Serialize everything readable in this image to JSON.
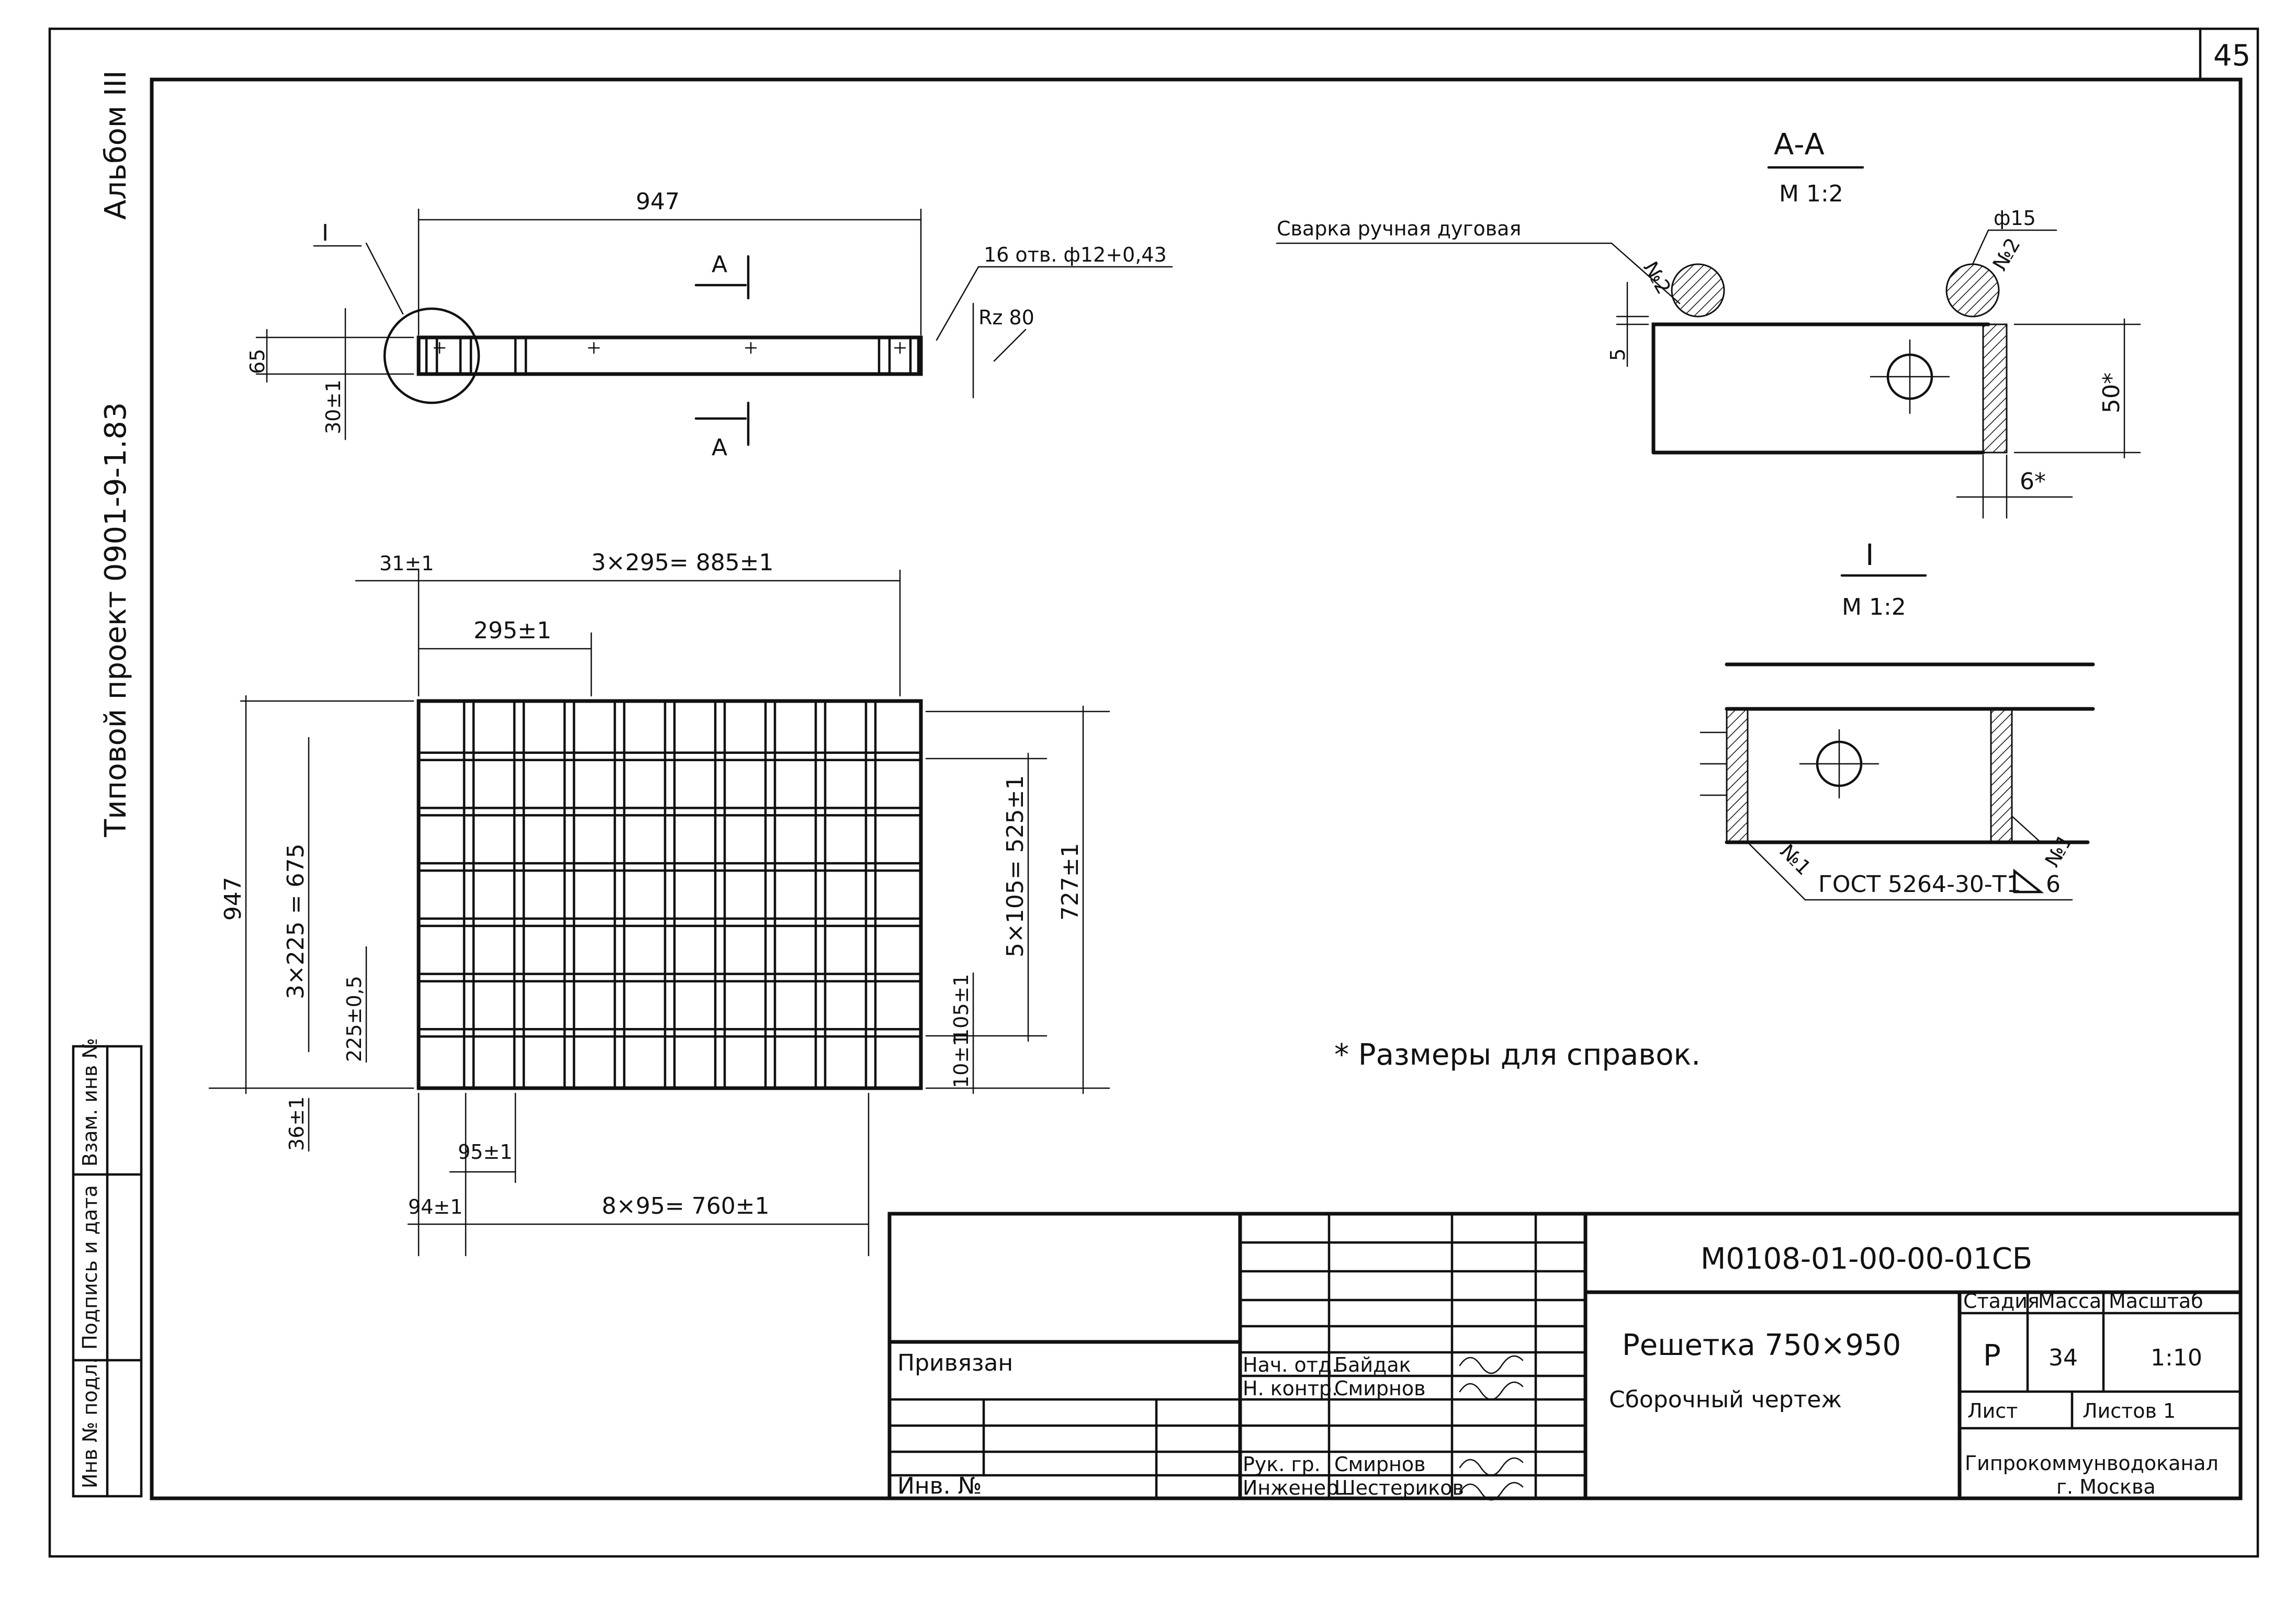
{
  "sheet": {
    "number": "45",
    "left_margin": {
      "album": "Альбом III",
      "project": "Типовой проект 0901-9-1.83",
      "stamp_labels": [
        "Инв № подл.",
        "Подпись и дата",
        "Взам. инв №"
      ]
    }
  },
  "main_view": {
    "dim_length": "947",
    "ref_I": "I",
    "holes_note": "16 отв. ф12+0,43",
    "roughness": "Rz 80",
    "dim_height": "65",
    "dim_edge": "30±1",
    "section_letter": "А"
  },
  "plan_view": {
    "dim_top_total": "3×295= 885±1",
    "dim_top_left": "31±1",
    "dim_top_pitch": "295±1",
    "dim_left_total": "947",
    "dim_left_bars": "3×225 = 675",
    "dim_left_pitch": "225±0,5",
    "dim_left_bottom": "36±1",
    "dim_right_total": "727±1",
    "dim_right_bars": "5×105= 525±1",
    "dim_right_pitch": "105±1",
    "dim_right_bottom": "10±1",
    "dim_bottom_pitch": "95±1",
    "dim_bottom_left": "94±1",
    "dim_bottom_total": "8×95= 760±1"
  },
  "section_aa": {
    "title": "А-А",
    "scale": "М 1:2",
    "weld_note": "Сварка ручная дуговая",
    "rod_dia": "ф15",
    "weld_left": "№2",
    "weld_right": "№2",
    "dim_5": "5",
    "dim_50": "50*",
    "dim_6": "6*"
  },
  "detail_i": {
    "title": "I",
    "scale": "М 1:2",
    "weld_no": "№1",
    "weld_no2": "№1",
    "gost": "ГОСТ 5264-30-Т1",
    "leg": "6"
  },
  "note": "* Размеры для справок.",
  "title_block": {
    "doc_code": "М0108-01-00-00-01СБ",
    "name_line1": "Решетка 750×950",
    "name_line2": "Сборочный чертеж",
    "stage_label": "Стадия",
    "mass_label": "Масса",
    "scale_label": "Масштаб",
    "stage": "Р",
    "mass": "34",
    "scale": "1:10",
    "sheet_label": "Лист",
    "sheets_label": "Листов 1",
    "org_line1": "Гипрокоммунводоканал",
    "org_line2": "г. Москва",
    "privyazan": "Привязан",
    "inv_no": "Инв. №",
    "roles": [
      {
        "role": "Нач. отд.",
        "name": "Байдак"
      },
      {
        "role": "Н. контр.",
        "name": "Смирнов"
      },
      {
        "role": "Рук. гр.",
        "name": "Смирнов"
      },
      {
        "role": "Инженер",
        "name": "Шестериков"
      }
    ]
  }
}
